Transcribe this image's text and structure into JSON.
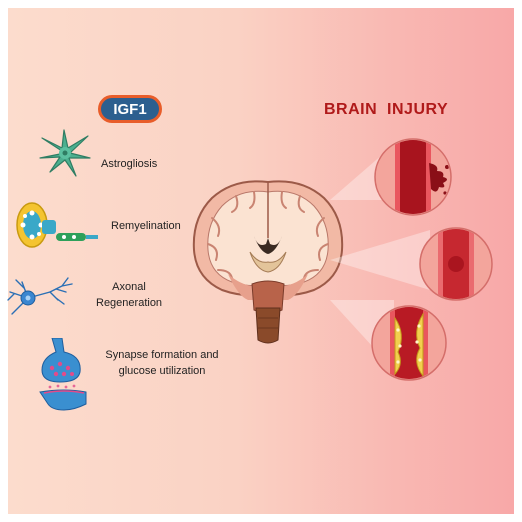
{
  "badge": {
    "label": "IGF1"
  },
  "effects": [
    {
      "label": "Astrogliosis",
      "icon": "astrocyte-icon"
    },
    {
      "label": "Remyelination",
      "icon": "myelin-sheath-icon"
    },
    {
      "label_line1": "Axonal",
      "label_line2": "Regeneration",
      "icon": "neuron-icon"
    },
    {
      "label_line1": "Synapse formation and",
      "label_line2": "glucose utilization",
      "icon": "synapse-icon"
    }
  ],
  "injury": {
    "title": "BRAIN  INJURY",
    "insets": [
      "hemorrhage-vessel-icon",
      "clot-vessel-icon",
      "plaque-vessel-icon"
    ]
  },
  "colors": {
    "title": "#b01a1a",
    "badge_fill": "#2c5f8f",
    "badge_border": "#e85d2a",
    "background_left": "#fcdccd",
    "background_right": "#f8a8a8"
  }
}
